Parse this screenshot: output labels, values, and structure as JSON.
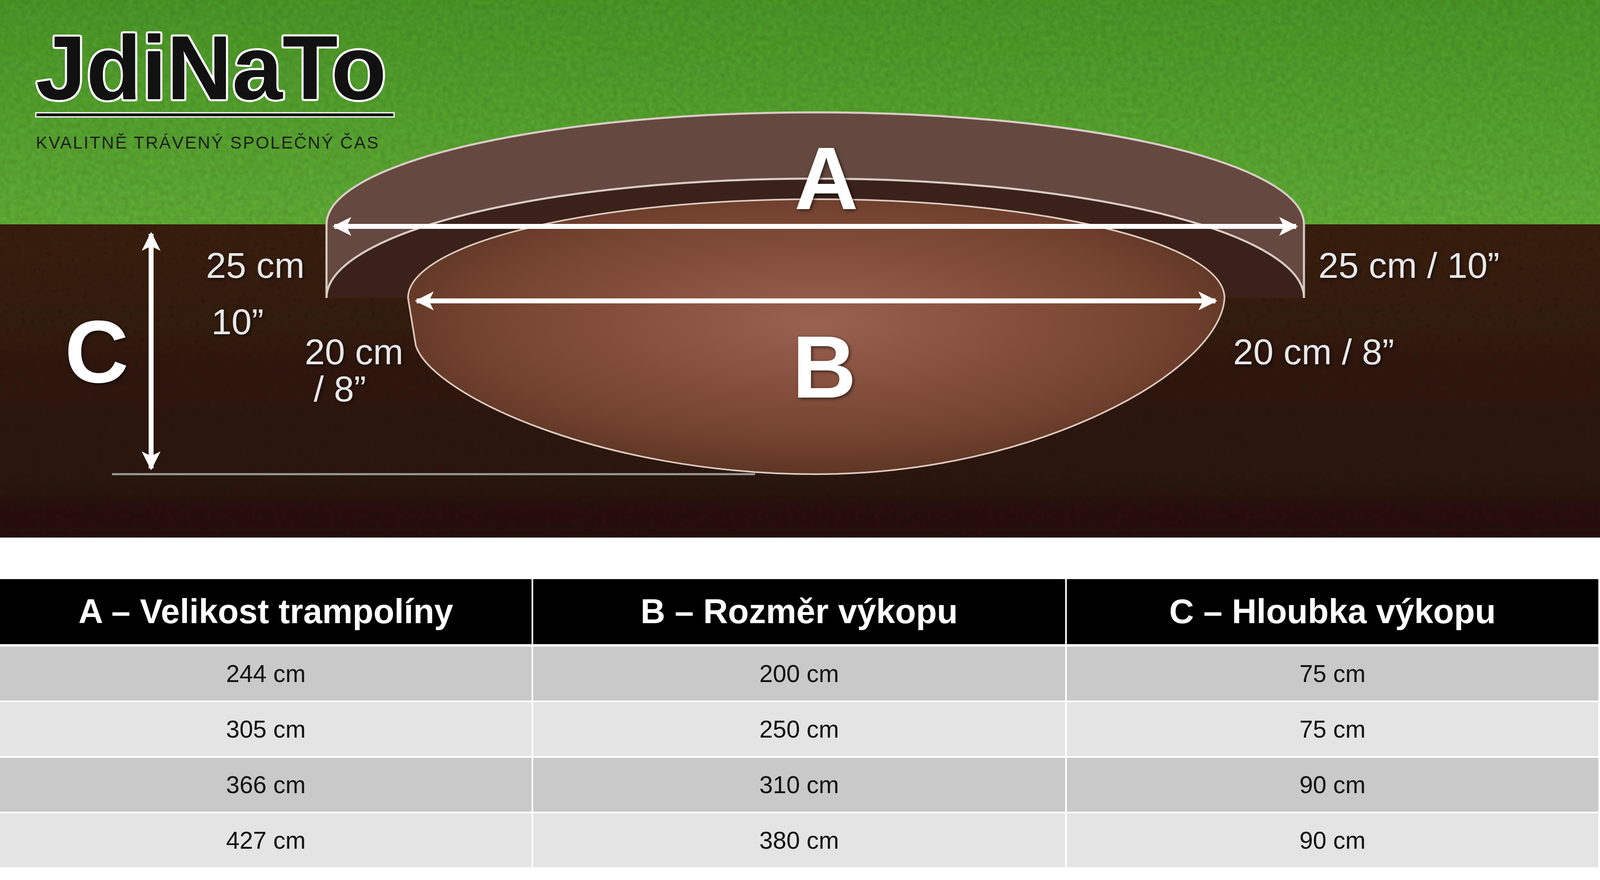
{
  "diagram": {
    "labels": [
      "JdiNaTo",
      "KVALITNĚ TRÁVENÝ SPOLEČNÝ ČAS",
      "A",
      "25 cm",
      "10”",
      "25 cm / 10”",
      "20 cm",
      "/ 8”",
      "20 cm / 8”",
      "B",
      "C",
      "A – Velikost trampolíny",
      "B – Rozměr výkopu",
      "C – Hloubka výkopu",
      "244 cm",
      "200 cm",
      "75 cm",
      "305 cm",
      "250 cm",
      "75 cm",
      "366 cm",
      "310 cm",
      "90 cm",
      "427 cm",
      "380 cm",
      "90 cm"
    ]
  }
}
